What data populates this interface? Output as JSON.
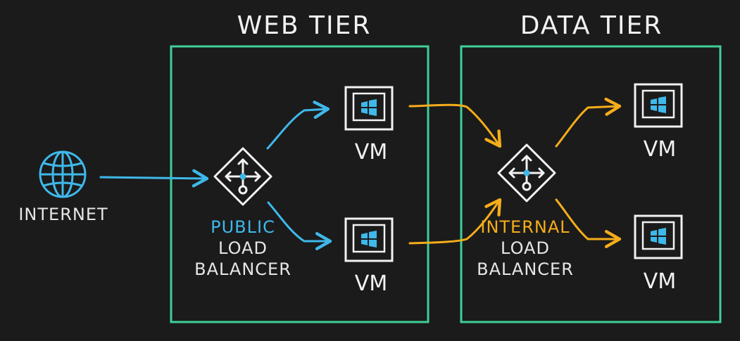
{
  "tiers": {
    "web": {
      "title": "WEB TIER"
    },
    "data": {
      "title": "DATA TIER"
    }
  },
  "internet": {
    "label": "INTERNET",
    "icon": "globe-icon"
  },
  "public_lb": {
    "line1": "PUBLIC",
    "line2": "LOAD",
    "line3": "BALANCER",
    "icon": "load-balancer-icon"
  },
  "internal_lb": {
    "line1": "INTERNAL",
    "line2": "LOAD",
    "line3": "BALANCER",
    "icon": "load-balancer-icon"
  },
  "web_vms": [
    {
      "label": "VM",
      "icon": "windows-vm-icon"
    },
    {
      "label": "VM",
      "icon": "windows-vm-icon"
    }
  ],
  "data_vms": [
    {
      "label": "VM",
      "icon": "windows-vm-icon"
    },
    {
      "label": "VM",
      "icon": "windows-vm-icon"
    }
  ],
  "colors": {
    "background": "#1b1b1b",
    "tier_border": "#3ecf9a",
    "public_arrows": "#3fb8ea",
    "internal_arrows": "#f5ad1b",
    "icon_stroke": "#f2f2f2"
  }
}
